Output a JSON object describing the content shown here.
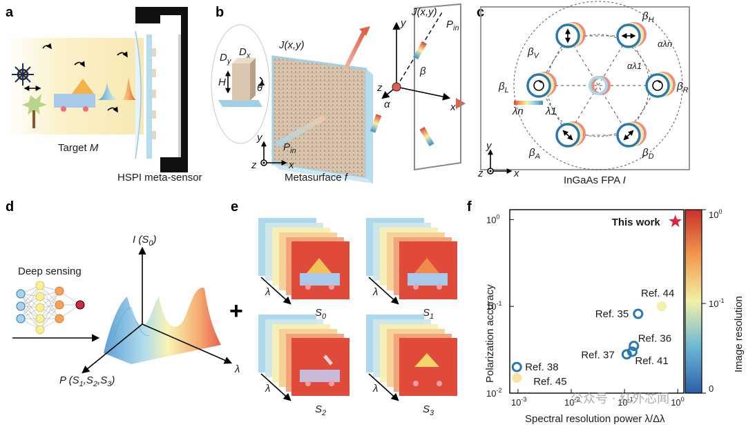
{
  "panels": {
    "a": {
      "letter": "a",
      "target_label": "Target",
      "target_var": "M",
      "sensor_label": "HSPI meta-sensor"
    },
    "b": {
      "letter": "b",
      "jones": "J(x,y)",
      "pin": "P",
      "pin_sub": "in",
      "dy": "D",
      "dy_sub": "y",
      "dx": "D",
      "dx_sub": "x",
      "h": "H",
      "theta": "θ",
      "alpha": "α",
      "beta": "β",
      "ax_x": "x",
      "ax_y": "y",
      "ax_z": "z",
      "metasurface_label": "Metasurface",
      "metasurface_var": "f"
    },
    "c": {
      "letter": "c",
      "beta": "β",
      "subs": {
        "v": "V",
        "h": "H",
        "l": "L",
        "r": "R",
        "a": "A",
        "d": "D"
      },
      "alpha_lambda_n": "αλn",
      "alpha_lambda_1": "αλ1",
      "lambda_n": "λn",
      "lambda_1": "λ1",
      "fpa_label": "InGaAs FPA",
      "fpa_var": "I",
      "ax_x": "x",
      "ax_y": "y",
      "ax_z": "z"
    },
    "d": {
      "letter": "d",
      "deep_sensing": "Deep sensing",
      "intensity_axis": "I (S",
      "intensity_axis_sub": "0",
      "intensity_axis_end": ")",
      "pol_axis": "P (S",
      "pol_axis_subs": [
        "1",
        "2",
        "3"
      ],
      "lambda": "λ"
    },
    "e": {
      "letter": "e",
      "plus": "+",
      "lambda": "λ",
      "stokes": [
        {
          "s": "S",
          "sub": "0"
        },
        {
          "s": "S",
          "sub": "1"
        },
        {
          "s": "S",
          "sub": "2"
        },
        {
          "s": "S",
          "sub": "3"
        }
      ]
    },
    "f": {
      "letter": "f",
      "colorbar_label": "Image resolution"
    }
  },
  "chart_data": {
    "type": "scatter",
    "title": "",
    "xlabel": "Spectral resolution power λ/Δλ",
    "ylabel": "Polarization accuracy",
    "xscale": "log",
    "yscale": "log",
    "xlim": [
      0.0007,
      1.3
    ],
    "ylim": [
      0.01,
      1.3
    ],
    "x_ticks": [
      {
        "v": 0.001,
        "label": "10",
        "exp": "-3"
      },
      {
        "v": 0.01,
        "label": "10",
        "exp": "-2"
      },
      {
        "v": 0.1,
        "label": "10",
        "exp": "-1"
      },
      {
        "v": 1,
        "label": "10",
        "exp": "0"
      }
    ],
    "y_ticks": [
      {
        "v": 0.01,
        "label": "10",
        "exp": "-2"
      },
      {
        "v": 0.1,
        "label": "10",
        "exp": "-1"
      },
      {
        "v": 1,
        "label": "10",
        "exp": "0"
      }
    ],
    "colorbar": {
      "scale": "log",
      "ticks": [
        {
          "v": 1,
          "label": "10",
          "exp": "0"
        },
        {
          "v": 0.1,
          "label": "10",
          "exp": "-1"
        },
        {
          "v": 0,
          "label": "0"
        }
      ]
    },
    "points": [
      {
        "label": "This work",
        "x": 0.9,
        "y": 0.95,
        "marker": "star",
        "color": "#d7263d"
      },
      {
        "label": "Ref. 44",
        "x": 0.5,
        "y": 0.1,
        "marker": "filled",
        "color": "#f3f0a8"
      },
      {
        "label": "Ref. 35",
        "x": 0.18,
        "y": 0.082,
        "marker": "open",
        "color": "#2a78b0"
      },
      {
        "label": "Ref. 36",
        "x": 0.15,
        "y": 0.035,
        "marker": "open",
        "color": "#2a78b0"
      },
      {
        "label": "Ref. 37",
        "x": 0.11,
        "y": 0.028,
        "marker": "open",
        "color": "#2a78b0"
      },
      {
        "label": "Ref. 41",
        "x": 0.14,
        "y": 0.03,
        "marker": "open",
        "color": "#2a78b0"
      },
      {
        "label": "Ref. 38",
        "x": 0.00095,
        "y": 0.02,
        "marker": "open",
        "color": "#2a78b0"
      },
      {
        "label": "Ref. 45",
        "x": 0.00095,
        "y": 0.015,
        "marker": "filled",
        "color": "#f6e3a0"
      }
    ]
  },
  "watermark": "公众号 · 红外芯闻"
}
